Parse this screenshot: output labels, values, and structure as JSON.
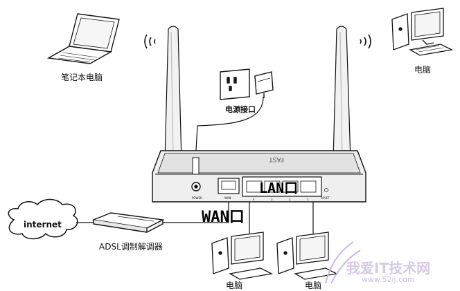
{
  "labels": {
    "laptop": "笔记本电脑",
    "pc_top_right": "电脑",
    "power_socket": "电源接口",
    "internet": "internet",
    "modem": "ADSL调制解调器",
    "wan": "WAN口",
    "lan": "LAN口",
    "pc_bottom_left": "电脑",
    "pc_bottom_right": "电脑"
  },
  "watermark": {
    "title": "我爱IT技术网",
    "url": "www.52ij.com"
  },
  "colors": {
    "line": "#111111",
    "watermark": "#d8c9e6"
  }
}
